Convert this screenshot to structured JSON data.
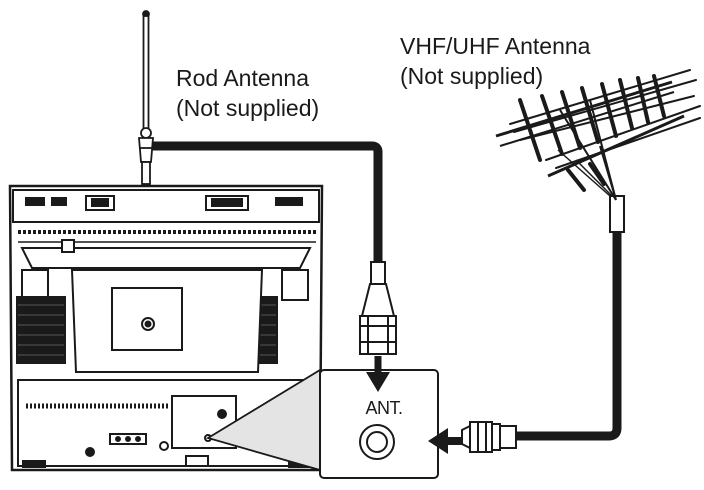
{
  "labels": {
    "rod_antenna_line1": "Rod Antenna",
    "rod_antenna_line2": "(Not supplied)",
    "vhf_uhf_line1": "VHF/UHF Antenna",
    "vhf_uhf_line2": "(Not supplied)",
    "ant_jack": "ANT."
  },
  "colors": {
    "line": "#1a1a1a",
    "fill_dark": "#1a1a1a",
    "fill_light": "#ffffff",
    "fill_grey": "#e4e4e4"
  },
  "icons": [
    "rod-antenna-icon",
    "vhf-uhf-antenna-icon",
    "tv-rear-icon",
    "coax-plug-icon",
    "f-connector-icon",
    "arrow-down-icon",
    "arrow-left-icon"
  ]
}
